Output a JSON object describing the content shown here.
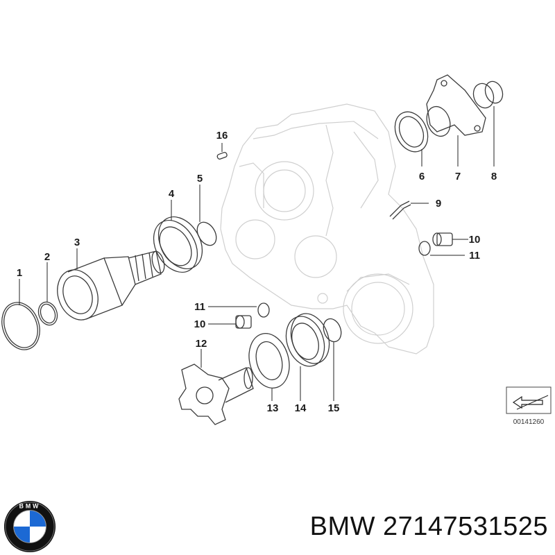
{
  "diagram": {
    "callouts": [
      "1",
      "2",
      "3",
      "4",
      "5",
      "6",
      "7",
      "8",
      "9",
      "10",
      "11",
      "12",
      "13",
      "14",
      "15",
      "16"
    ],
    "callout_11b": "11",
    "callout_10b": "10",
    "reference_code": "00141260"
  },
  "logo": {
    "letters": "BMW",
    "colors": {
      "ring": "#111111",
      "blue": "#1c69d4",
      "white": "#ffffff"
    }
  },
  "caption": {
    "text": "BMW 27147531525"
  }
}
